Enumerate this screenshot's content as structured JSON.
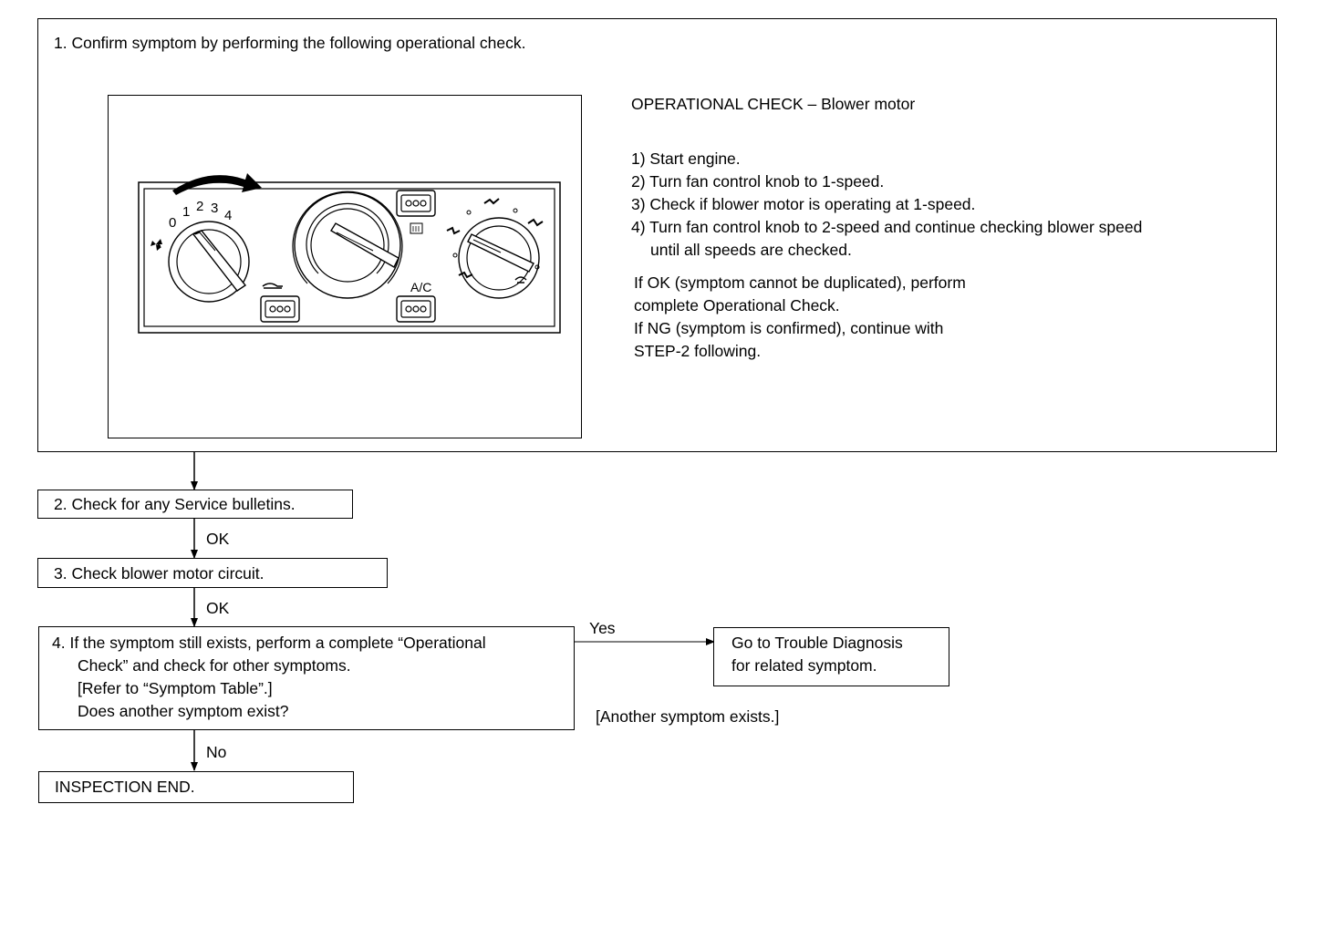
{
  "step1": {
    "label": "1.  Confirm symptom by performing the following operational check.",
    "check_title": "OPERATIONAL CHECK – Blower motor",
    "steps": [
      "1) Start engine.",
      "2) Turn fan control knob to 1-speed.",
      "3) Check if blower motor is operating at 1-speed.",
      "4) Turn fan control knob to 2-speed and continue checking blower speed",
      "until all speeds are checked."
    ],
    "result_lines": [
      "If OK (symptom cannot be duplicated), perform",
      "complete Operational Check.",
      "If NG (symptom is confirmed), continue with",
      "STEP-2 following."
    ],
    "panel": {
      "fan_numbers": [
        "0",
        "1",
        "2",
        "3",
        "4"
      ],
      "ac_label": "A/C"
    }
  },
  "step2": {
    "label": "2.  Check for any Service bulletins."
  },
  "ok1": "OK",
  "step3": {
    "label": "3.  Check blower motor circuit."
  },
  "ok2": "OK",
  "step4": {
    "lines": [
      "4.  If the symptom still exists, perform a complete “Operational",
      "Check” and check for other symptoms.",
      "[Refer to “Symptom Table”.]",
      "Does another symptom exist?"
    ]
  },
  "yes_label": "Yes",
  "goto": {
    "lines": [
      "Go to Trouble Diagnosis",
      "for related symptom."
    ]
  },
  "another_symptom": "[Another symptom exists.]",
  "no_label": "No",
  "end": {
    "label": "INSPECTION END."
  }
}
